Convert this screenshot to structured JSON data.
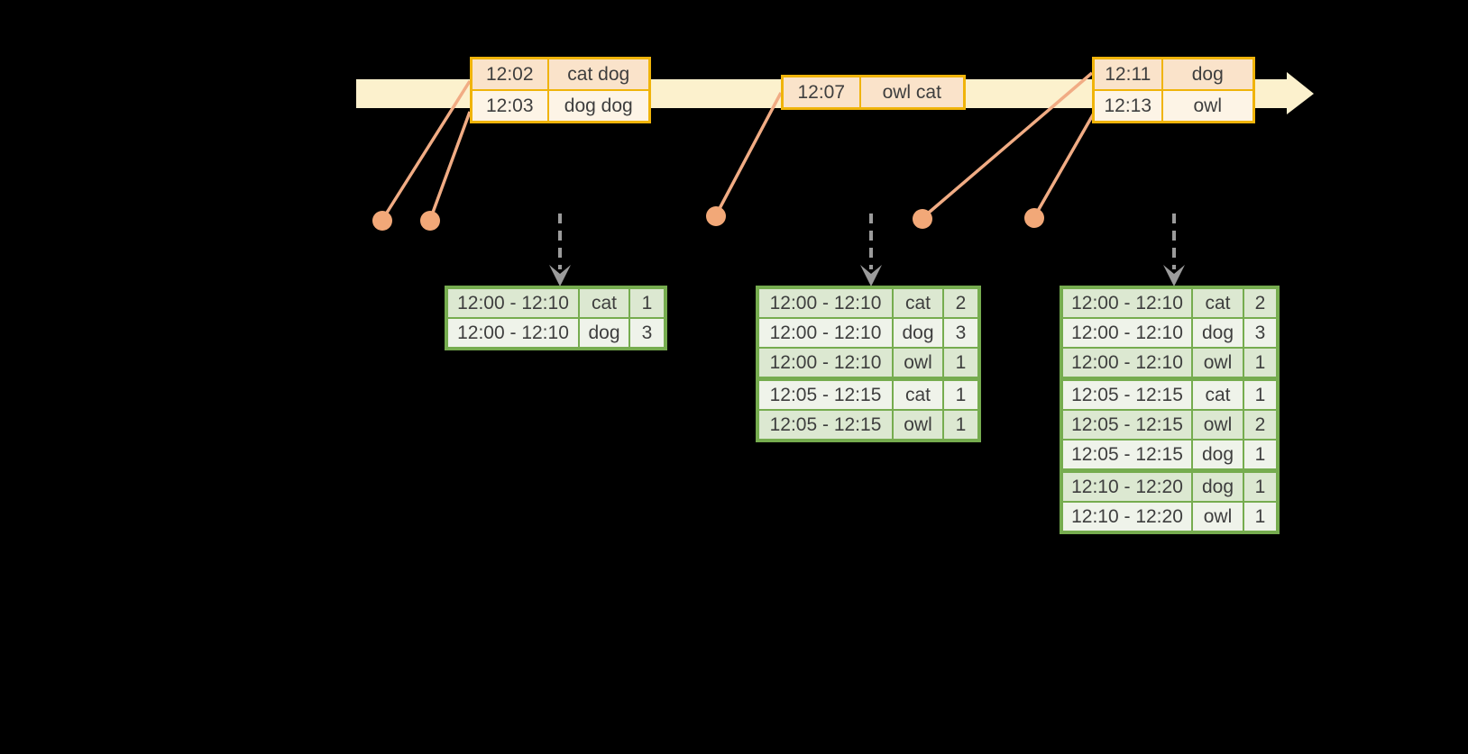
{
  "diagram": {
    "description": "streaming-windowed-word-count-timeline",
    "colors": {
      "background": "#000000",
      "timeline_fill": "#FCF1CD",
      "event_table_border": "#F0B40A",
      "event_row_dark": "#FAE3CA",
      "event_row_light": "#FDF4E6",
      "connector_and_dot": "#F2A878",
      "dashed_arrow": "#9B9B9B",
      "result_table_border": "#76AC4F",
      "result_row_dark": "#DCE8D1",
      "result_row_light": "#EFF3EA",
      "text": "#3E3E3E"
    }
  },
  "event_tables": [
    {
      "name": "event-batch-1",
      "rows": [
        {
          "time": "12:02",
          "words": "cat dog"
        },
        {
          "time": "12:03",
          "words": "dog dog"
        }
      ]
    },
    {
      "name": "event-batch-2",
      "rows": [
        {
          "time": "12:07",
          "words": "owl cat"
        }
      ]
    },
    {
      "name": "event-batch-3",
      "rows": [
        {
          "time": "12:11",
          "words": "dog"
        },
        {
          "time": "12:13",
          "words": "owl"
        }
      ]
    }
  ],
  "result_tables": [
    {
      "name": "result-table-1",
      "rows": [
        {
          "window": "12:00 - 12:10",
          "word": "cat",
          "count": "1"
        },
        {
          "window": "12:00 - 12:10",
          "word": "dog",
          "count": "3"
        }
      ]
    },
    {
      "name": "result-table-2",
      "rows": [
        {
          "window": "12:00 - 12:10",
          "word": "cat",
          "count": "2"
        },
        {
          "window": "12:00 - 12:10",
          "word": "dog",
          "count": "3"
        },
        {
          "window": "12:00 - 12:10",
          "word": "owl",
          "count": "1"
        },
        {
          "window": "12:05 - 12:15",
          "word": "cat",
          "count": "1"
        },
        {
          "window": "12:05 - 12:15",
          "word": "owl",
          "count": "1"
        }
      ]
    },
    {
      "name": "result-table-3",
      "rows": [
        {
          "window": "12:00 - 12:10",
          "word": "cat",
          "count": "2"
        },
        {
          "window": "12:00 - 12:10",
          "word": "dog",
          "count": "3"
        },
        {
          "window": "12:00 - 12:10",
          "word": "owl",
          "count": "1"
        },
        {
          "window": "12:05 - 12:15",
          "word": "cat",
          "count": "1"
        },
        {
          "window": "12:05 - 12:15",
          "word": "owl",
          "count": "2"
        },
        {
          "window": "12:05 - 12:15",
          "word": "dog",
          "count": "1"
        },
        {
          "window": "12:10 - 12:20",
          "word": "dog",
          "count": "1"
        },
        {
          "window": "12:10 - 12:20",
          "word": "owl",
          "count": "1"
        }
      ]
    }
  ]
}
